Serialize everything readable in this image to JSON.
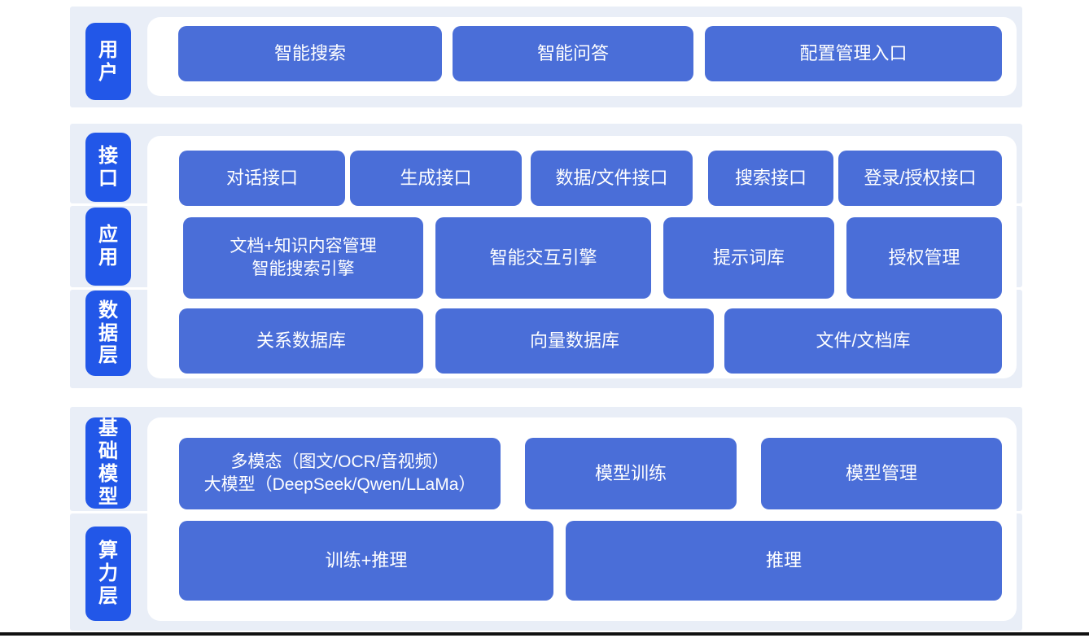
{
  "colors": {
    "strip_background": "#e9eef7",
    "layer_label_blue": "#2257e8",
    "capability_box_blue": "#4a6ed8",
    "card_white": "#ffffff",
    "text_white": "#ffffff",
    "bottom_rule_black": "#111111"
  },
  "layers": {
    "user": {
      "label": "用户",
      "buttons": [
        "智能搜索",
        "智能问答",
        "配置管理入口"
      ]
    },
    "interface": {
      "label": "接口",
      "buttons": [
        "对话接口",
        "生成接口",
        "数据/文件接口",
        "搜索接口",
        "登录/授权接口"
      ]
    },
    "application": {
      "label": "应用",
      "buttons": [
        "文档+知识内容管理\n智能搜索引擎",
        "智能交互引擎",
        "提示词库",
        "授权管理"
      ]
    },
    "data_layer": {
      "label": "数据层",
      "buttons": [
        "关系数据库",
        "向量数据库",
        "文件/文档库"
      ]
    },
    "foundation_model": {
      "label": "基础模型",
      "buttons": [
        "多模态（图文/OCR/音视频）\n大模型（DeepSeek/Qwen/LLaMa）",
        "模型训练",
        "模型管理"
      ]
    },
    "compute_layer": {
      "label": "算力层",
      "buttons": [
        "训练+推理",
        "推理"
      ]
    }
  }
}
